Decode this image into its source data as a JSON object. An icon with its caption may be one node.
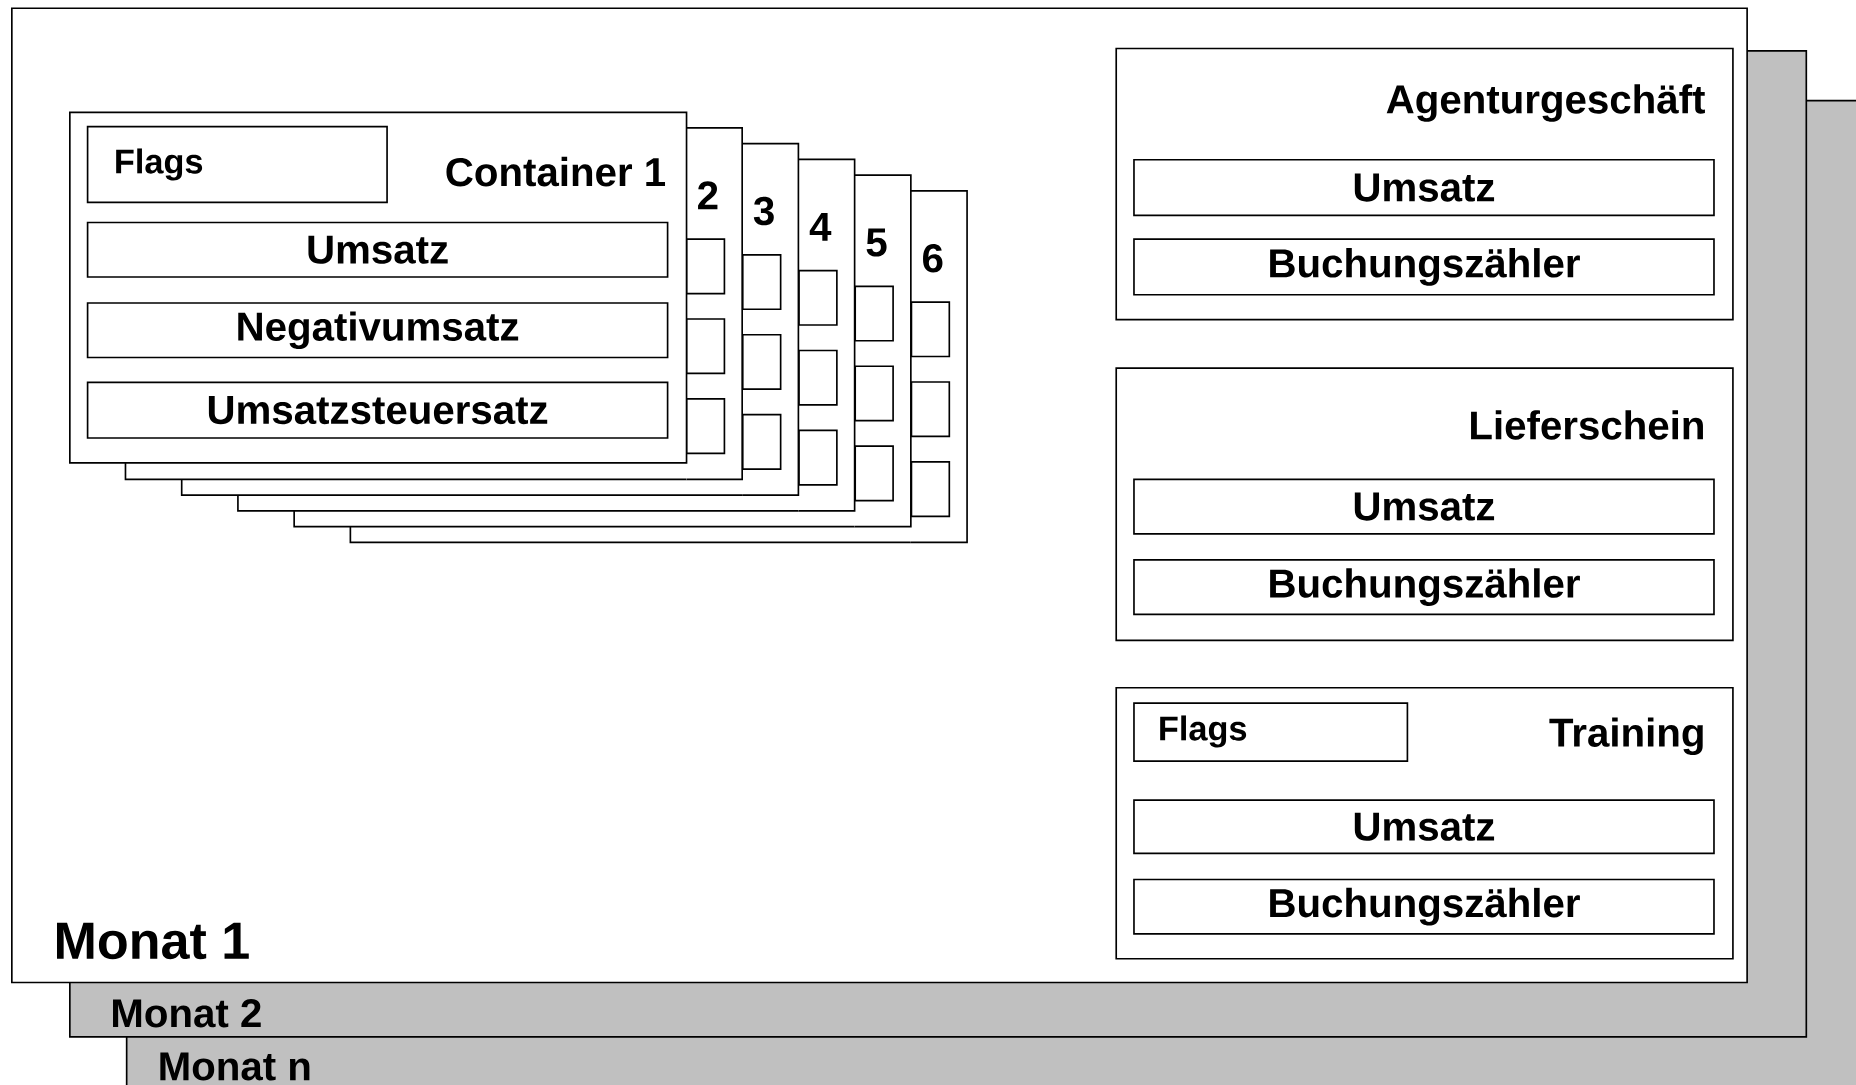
{
  "diagram": {
    "nodes": [
      {
        "text": [
          "Monat 1"
        ]
      },
      {
        "text": [
          "Container 1"
        ],
        "in": 0
      },
      {
        "text": [
          "Flags"
        ],
        "in": 1
      },
      {
        "text": [
          "Umsatz"
        ],
        "in": 1
      },
      {
        "text": [
          "Negativumsatz"
        ],
        "in": 1
      },
      {
        "text": [
          "Umsatzsteuersatz"
        ],
        "in": 1
      },
      {
        "text": [
          "2"
        ],
        "in": 0
      },
      {
        "text": [],
        "shape": "box",
        "in": 6
      },
      {
        "text": [],
        "shape": "box",
        "in": 6
      },
      {
        "text": [],
        "shape": "box",
        "in": 6
      },
      {
        "text": [
          "3"
        ],
        "in": 0
      },
      {
        "text": [],
        "shape": "box",
        "in": 10
      },
      {
        "text": [],
        "shape": "box",
        "in": 10
      },
      {
        "text": [],
        "shape": "box",
        "in": 10
      },
      {
        "text": [
          "4"
        ],
        "in": 0
      },
      {
        "text": [],
        "shape": "box",
        "in": 14
      },
      {
        "text": [],
        "shape": "box",
        "in": 14
      },
      {
        "text": [],
        "shape": "box",
        "in": 14
      },
      {
        "text": [
          "5"
        ],
        "in": 0
      },
      {
        "text": [],
        "shape": "box",
        "in": 18
      },
      {
        "text": [],
        "shape": "box",
        "in": 18
      },
      {
        "text": [],
        "shape": "box",
        "in": 18
      },
      {
        "text": [
          "6"
        ],
        "in": 0
      },
      {
        "text": [],
        "shape": "box",
        "in": 22
      },
      {
        "text": [],
        "shape": "box",
        "in": 22
      },
      {
        "text": [],
        "shape": "box",
        "in": 22
      },
      {
        "text": [
          "Agenturgeschäft"
        ],
        "in": 0
      },
      {
        "text": [
          "Umsatz"
        ],
        "in": 26
      },
      {
        "text": [
          "Buchungszähler"
        ],
        "in": 26
      },
      {
        "text": [
          "Lieferschein"
        ],
        "in": 0
      },
      {
        "text": [
          "Umsatz"
        ],
        "in": 29
      },
      {
        "text": [
          "Buchungszähler"
        ],
        "in": 29
      },
      {
        "text": [
          "Training"
        ],
        "in": 0
      },
      {
        "text": [
          "Flags"
        ],
        "in": 32
      },
      {
        "text": [
          "Umsatz"
        ],
        "in": 32
      },
      {
        "text": [
          "Buchungszähler"
        ],
        "in": 32
      },
      {
        "text": [
          "Monat 2"
        ]
      },
      {
        "text": [
          "Monat n"
        ]
      }
    ]
  }
}
